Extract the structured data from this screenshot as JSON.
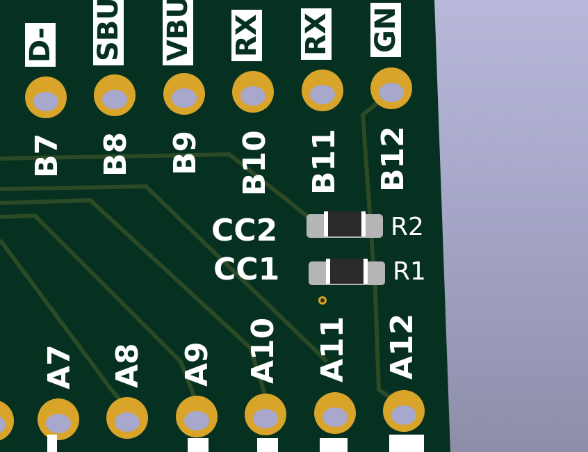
{
  "top_signal_labels": [
    "D-",
    "SBU",
    "VBU",
    "RX",
    "RX",
    "GN"
  ],
  "top_pin_labels": [
    "B7",
    "B8",
    "B9",
    "B10",
    "B11",
    "B12"
  ],
  "bottom_pin_labels": [
    "A7",
    "A8",
    "A9",
    "A10",
    "A11",
    "A12"
  ],
  "components": [
    {
      "net": "CC2",
      "ref": "R2"
    },
    {
      "net": "CC1",
      "ref": "R1"
    }
  ],
  "colors": {
    "board": "#06301f",
    "trace": "#2c4a26",
    "pad": "#d9a42a",
    "hole": "#a7a8cc",
    "silk": "#ffffff"
  }
}
